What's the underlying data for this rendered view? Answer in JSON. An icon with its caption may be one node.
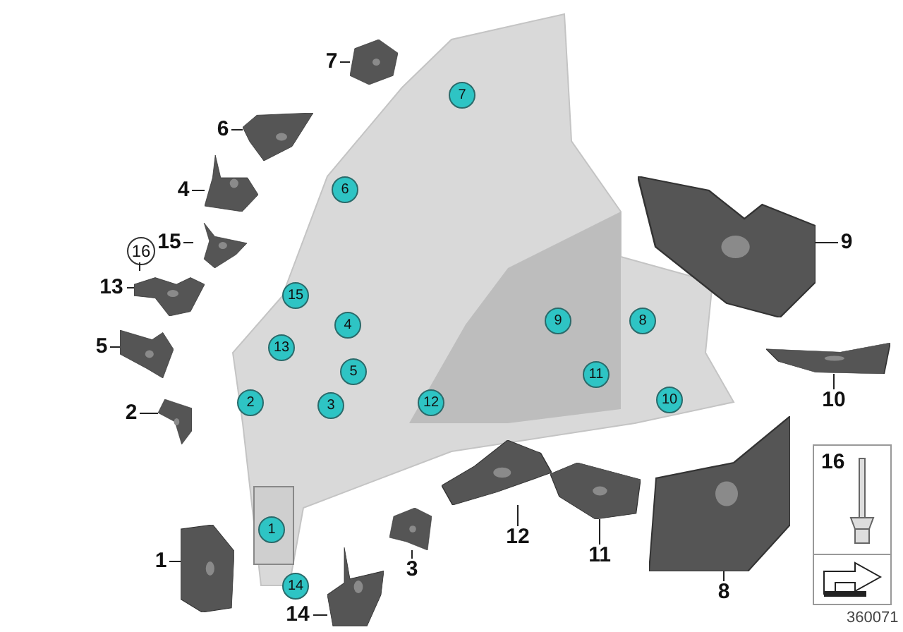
{
  "diagram": {
    "nodes": [
      {
        "text": [
          "7"
        ]
      },
      {
        "text": [],
        "shape": "picture"
      },
      {
        "text": [
          "6"
        ]
      },
      {
        "text": [],
        "shape": "picture"
      },
      {
        "text": [
          "4"
        ]
      },
      {
        "text": [],
        "shape": "picture"
      },
      {
        "text": [
          "15"
        ]
      },
      {
        "text": [],
        "shape": "picture"
      },
      {
        "text": [
          "16"
        ]
      },
      {
        "text": [
          "13"
        ]
      },
      {
        "text": [],
        "shape": "picture"
      },
      {
        "text": [
          "5"
        ]
      },
      {
        "text": [],
        "shape": "picture"
      },
      {
        "text": [
          "2"
        ]
      },
      {
        "text": [],
        "shape": "picture"
      },
      {
        "text": [
          "1"
        ]
      },
      {
        "text": [],
        "shape": "picture"
      },
      {
        "text": [
          "14"
        ]
      },
      {
        "text": [],
        "shape": "picture"
      },
      {
        "text": [
          "3"
        ]
      },
      {
        "text": [],
        "shape": "picture"
      },
      {
        "text": [
          "12"
        ]
      },
      {
        "text": [],
        "shape": "picture"
      },
      {
        "text": [
          "11"
        ]
      },
      {
        "text": [],
        "shape": "picture"
      },
      {
        "text": [
          "8"
        ]
      },
      {
        "text": [],
        "shape": "picture"
      },
      {
        "text": [
          "9"
        ]
      },
      {
        "text": [],
        "shape": "picture"
      },
      {
        "text": [
          "10"
        ]
      },
      {
        "text": [],
        "shape": "picture"
      }
    ],
    "edges": [
      {
        "from": 0,
        "to": 1,
        "arrow": "none"
      },
      {
        "from": 2,
        "to": 3,
        "arrow": "none"
      },
      {
        "from": 4,
        "to": 5,
        "arrow": "none"
      },
      {
        "from": 6,
        "to": 7,
        "arrow": "none"
      },
      {
        "from": 8,
        "to": 10,
        "arrow": "none"
      },
      {
        "from": 9,
        "to": 10,
        "arrow": "none"
      },
      {
        "from": 11,
        "to": 12,
        "arrow": "none"
      },
      {
        "from": 13,
        "to": 14,
        "arrow": "none"
      },
      {
        "from": 15,
        "to": 16,
        "arrow": "none"
      },
      {
        "from": 17,
        "to": 18,
        "arrow": "none"
      },
      {
        "from": 19,
        "to": 20,
        "arrow": "none"
      },
      {
        "from": 21,
        "to": 22,
        "arrow": "none"
      },
      {
        "from": 23,
        "to": 24,
        "arrow": "none"
      },
      {
        "from": 25,
        "to": 26,
        "arrow": "none"
      },
      {
        "from": 27,
        "to": 28,
        "arrow": "none"
      },
      {
        "from": 29,
        "to": 30,
        "arrow": "none"
      }
    ],
    "labels": [
      "7",
      "6",
      "15",
      "4",
      "9",
      "8",
      "13",
      "5",
      "2",
      "3",
      "11",
      "12",
      "10",
      "1",
      "14",
      "16",
      "360071"
    ]
  }
}
